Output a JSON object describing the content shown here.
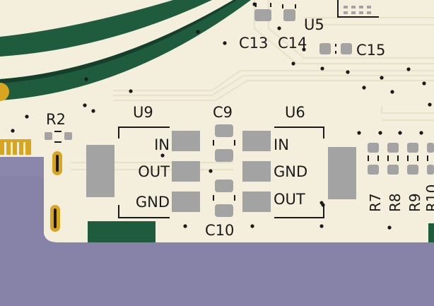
{
  "colors": {
    "board": "#f3efdc",
    "trace": "#ebe6cf",
    "copper": "#1e5c3d",
    "pad": "#a3a3a3",
    "silkscreen": "#1a1a1a",
    "background": "#8a86ac",
    "gold": "#d8a520"
  },
  "labels": {
    "u9": "U9",
    "u6": "U6",
    "u5": "U5",
    "c9": "C9",
    "c10": "C10",
    "c13": "C13",
    "c14": "C14",
    "c15": "C15",
    "r2": "R2",
    "r7": "R7",
    "r8": "R8",
    "r9": "R9",
    "r10": "R10"
  },
  "u9_pins": [
    "IN",
    "OUT",
    "GND"
  ],
  "u6_pins": [
    "IN",
    "GND",
    "OUT"
  ]
}
